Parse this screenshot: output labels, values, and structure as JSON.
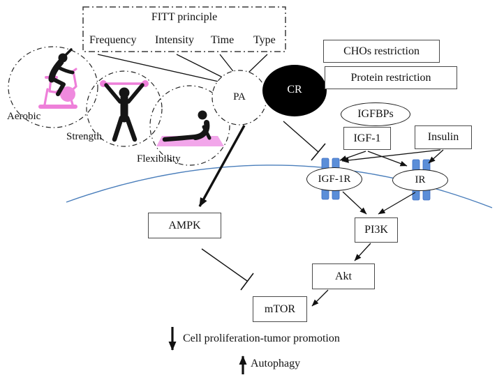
{
  "fitt": {
    "title": "FITT principle",
    "items": [
      {
        "label": "Frequency"
      },
      {
        "label": "Intensity"
      },
      {
        "label": "Time"
      },
      {
        "label": "Type"
      }
    ]
  },
  "activities": [
    {
      "label": "Aerobic",
      "icon": "cyclist-silhouette"
    },
    {
      "label": "Strength",
      "icon": "weightlifter-silhouette"
    },
    {
      "label": "Flexibility",
      "icon": "yoga-cobra-silhouette"
    }
  ],
  "nodes": {
    "pa": "PA",
    "cr": "CR",
    "chos_restriction": "CHOs restriction",
    "protein_restriction": "Protein restriction",
    "igfbps": "IGFBPs",
    "igf1": "IGF-1",
    "insulin": "Insulin",
    "igf1r": "IGF-1R",
    "ir": "IR",
    "ampk": "AMPK",
    "pi3k": "PI3K",
    "akt": "Akt",
    "mtor": "mTOR"
  },
  "outcomes": {
    "decreased": {
      "direction": "down",
      "label": "Cell proliferation-tumor promotion"
    },
    "increased": {
      "direction": "up",
      "label": "Autophagy"
    }
  },
  "edges": [
    {
      "from": "Frequency",
      "to": "PA",
      "type": "line"
    },
    {
      "from": "Intensity",
      "to": "PA",
      "type": "line"
    },
    {
      "from": "Time",
      "to": "PA",
      "type": "line"
    },
    {
      "from": "Type",
      "to": "PA",
      "type": "line"
    },
    {
      "from": "PA",
      "to": "AMPK",
      "type": "activation"
    },
    {
      "from": "CR",
      "to": "IGF-1R",
      "type": "inhibition"
    },
    {
      "from": "IGF-1",
      "to": "IGF-1R",
      "type": "activation"
    },
    {
      "from": "IGF-1",
      "to": "IR",
      "type": "activation"
    },
    {
      "from": "Insulin",
      "to": "IGF-1R",
      "type": "activation"
    },
    {
      "from": "Insulin",
      "to": "IR",
      "type": "activation"
    },
    {
      "from": "IGF-1R",
      "to": "PI3K",
      "type": "activation"
    },
    {
      "from": "IR",
      "to": "PI3K",
      "type": "activation"
    },
    {
      "from": "PI3K",
      "to": "Akt",
      "type": "activation"
    },
    {
      "from": "Akt",
      "to": "mTOR",
      "type": "activation"
    },
    {
      "from": "AMPK",
      "to": "mTOR",
      "type": "inhibition"
    }
  ],
  "colors": {
    "pink_accent": "#ee7fd9",
    "pink_light": "#f2a6ea",
    "receptor_blue": "#5b8ed8",
    "membrane_blue": "#4a7ebb",
    "cr_fill": "#000000"
  }
}
